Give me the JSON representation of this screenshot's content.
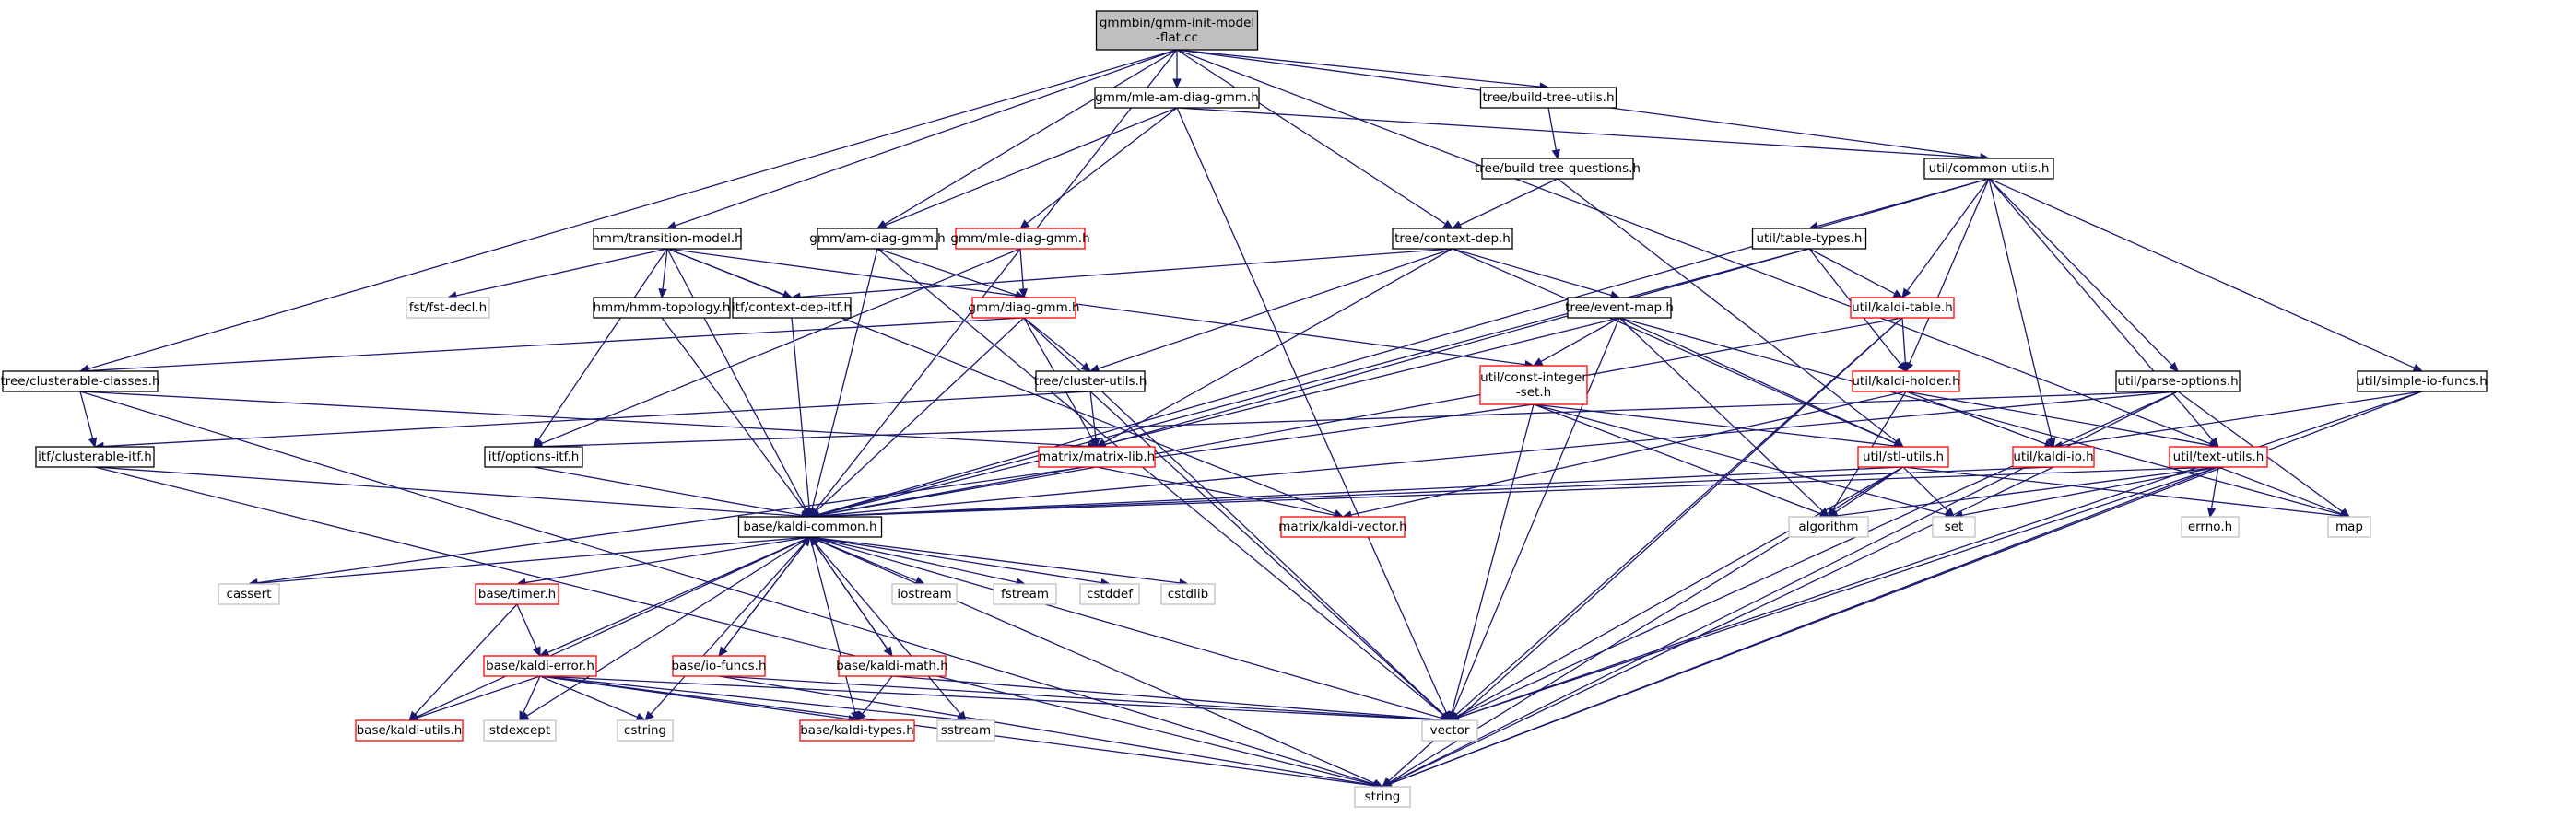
{
  "colors": {
    "edge": "#191970",
    "root_fill": "#bfbfbf",
    "border_black": "#000000",
    "border_red": "#ff0000",
    "border_gray": "#bfbfbf"
  },
  "nodes": [
    {
      "id": "root",
      "lines": [
        "gmmbin/gmm-init-model",
        "-flat.cc"
      ],
      "style": "root"
    },
    {
      "id": "mle_am",
      "lines": [
        "gmm/mle-am-diag-gmm.h"
      ],
      "style": "black"
    },
    {
      "id": "build_tree",
      "lines": [
        "tree/build-tree-utils.h"
      ],
      "style": "black"
    },
    {
      "id": "build_questions",
      "lines": [
        "tree/build-tree-questions.h"
      ],
      "style": "black"
    },
    {
      "id": "common_utils",
      "lines": [
        "util/common-utils.h"
      ],
      "style": "black"
    },
    {
      "id": "transition",
      "lines": [
        "hmm/transition-model.h"
      ],
      "style": "black"
    },
    {
      "id": "am_diag",
      "lines": [
        "gmm/am-diag-gmm.h"
      ],
      "style": "black"
    },
    {
      "id": "mle_diag",
      "lines": [
        "gmm/mle-diag-gmm.h"
      ],
      "style": "red"
    },
    {
      "id": "context_dep",
      "lines": [
        "tree/context-dep.h"
      ],
      "style": "black"
    },
    {
      "id": "table_types",
      "lines": [
        "util/table-types.h"
      ],
      "style": "black"
    },
    {
      "id": "fst_decl",
      "lines": [
        "fst/fst-decl.h"
      ],
      "style": "gray"
    },
    {
      "id": "hmm_topo",
      "lines": [
        "hmm/hmm-topology.h"
      ],
      "style": "black"
    },
    {
      "id": "ctx_dep_itf",
      "lines": [
        "itf/context-dep-itf.h"
      ],
      "style": "black"
    },
    {
      "id": "diag_gmm",
      "lines": [
        "gmm/diag-gmm.h"
      ],
      "style": "red"
    },
    {
      "id": "event_map",
      "lines": [
        "tree/event-map.h"
      ],
      "style": "black"
    },
    {
      "id": "kaldi_table",
      "lines": [
        "util/kaldi-table.h"
      ],
      "style": "red"
    },
    {
      "id": "clusterable_classes",
      "lines": [
        "tree/clusterable-classes.h"
      ],
      "style": "black"
    },
    {
      "id": "cluster_utils",
      "lines": [
        "tree/cluster-utils.h"
      ],
      "style": "black"
    },
    {
      "id": "const_int",
      "lines": [
        "util/const-integer",
        "-set.h"
      ],
      "style": "red"
    },
    {
      "id": "kaldi_holder",
      "lines": [
        "util/kaldi-holder.h"
      ],
      "style": "red"
    },
    {
      "id": "parse_options",
      "lines": [
        "util/parse-options.h"
      ],
      "style": "black"
    },
    {
      "id": "simple_io",
      "lines": [
        "util/simple-io-funcs.h"
      ],
      "style": "black"
    },
    {
      "id": "clusterable_itf",
      "lines": [
        "itf/clusterable-itf.h"
      ],
      "style": "black"
    },
    {
      "id": "options_itf",
      "lines": [
        "itf/options-itf.h"
      ],
      "style": "black"
    },
    {
      "id": "matrix_lib",
      "lines": [
        "matrix/matrix-lib.h"
      ],
      "style": "red"
    },
    {
      "id": "stl_utils",
      "lines": [
        "util/stl-utils.h"
      ],
      "style": "red"
    },
    {
      "id": "kaldi_io",
      "lines": [
        "util/kaldi-io.h"
      ],
      "style": "red"
    },
    {
      "id": "text_utils",
      "lines": [
        "util/text-utils.h"
      ],
      "style": "red"
    },
    {
      "id": "kaldi_common",
      "lines": [
        "base/kaldi-common.h"
      ],
      "style": "black"
    },
    {
      "id": "kaldi_vector",
      "lines": [
        "matrix/kaldi-vector.h"
      ],
      "style": "red"
    },
    {
      "id": "algorithm",
      "lines": [
        "algorithm"
      ],
      "style": "gray"
    },
    {
      "id": "set",
      "lines": [
        "set"
      ],
      "style": "gray"
    },
    {
      "id": "errno",
      "lines": [
        "errno.h"
      ],
      "style": "gray"
    },
    {
      "id": "map",
      "lines": [
        "map"
      ],
      "style": "gray"
    },
    {
      "id": "cassert",
      "lines": [
        "cassert"
      ],
      "style": "gray"
    },
    {
      "id": "timer",
      "lines": [
        "base/timer.h"
      ],
      "style": "red"
    },
    {
      "id": "iostream",
      "lines": [
        "iostream"
      ],
      "style": "gray"
    },
    {
      "id": "fstream",
      "lines": [
        "fstream"
      ],
      "style": "gray"
    },
    {
      "id": "cstddef",
      "lines": [
        "cstddef"
      ],
      "style": "gray"
    },
    {
      "id": "cstdlib",
      "lines": [
        "cstdlib"
      ],
      "style": "gray"
    },
    {
      "id": "kaldi_error",
      "lines": [
        "base/kaldi-error.h"
      ],
      "style": "red"
    },
    {
      "id": "io_funcs",
      "lines": [
        "base/io-funcs.h"
      ],
      "style": "red"
    },
    {
      "id": "kaldi_math",
      "lines": [
        "base/kaldi-math.h"
      ],
      "style": "red"
    },
    {
      "id": "kaldi_utils",
      "lines": [
        "base/kaldi-utils.h"
      ],
      "style": "red"
    },
    {
      "id": "stdexcept",
      "lines": [
        "stdexcept"
      ],
      "style": "gray"
    },
    {
      "id": "cstring",
      "lines": [
        "cstring"
      ],
      "style": "gray"
    },
    {
      "id": "kaldi_types",
      "lines": [
        "base/kaldi-types.h"
      ],
      "style": "red"
    },
    {
      "id": "sstream",
      "lines": [
        "sstream"
      ],
      "style": "gray"
    },
    {
      "id": "vector",
      "lines": [
        "vector"
      ],
      "style": "gray"
    },
    {
      "id": "string",
      "lines": [
        "string"
      ],
      "style": "gray"
    }
  ],
  "edges": [
    [
      "root",
      "mle_am"
    ],
    [
      "root",
      "build_tree"
    ],
    [
      "root",
      "common_utils"
    ],
    [
      "root",
      "transition"
    ],
    [
      "root",
      "am_diag"
    ],
    [
      "root",
      "context_dep"
    ],
    [
      "root",
      "clusterable_classes"
    ],
    [
      "root",
      "kaldi_common"
    ],
    [
      "root",
      "text_utils"
    ],
    [
      "mle_am",
      "am_diag"
    ],
    [
      "mle_am",
      "mle_diag"
    ],
    [
      "mle_am",
      "common_utils"
    ],
    [
      "mle_am",
      "vector"
    ],
    [
      "build_tree",
      "build_questions"
    ],
    [
      "build_questions",
      "context_dep"
    ],
    [
      "build_questions",
      "stl_utils"
    ],
    [
      "common_utils",
      "table_types"
    ],
    [
      "common_utils",
      "kaldi_table"
    ],
    [
      "common_utils",
      "kaldi_holder"
    ],
    [
      "common_utils",
      "kaldi_io"
    ],
    [
      "common_utils",
      "parse_options"
    ],
    [
      "common_utils",
      "simple_io"
    ],
    [
      "common_utils",
      "text_utils"
    ],
    [
      "common_utils",
      "kaldi_common"
    ],
    [
      "transition",
      "fst_decl"
    ],
    [
      "transition",
      "hmm_topo"
    ],
    [
      "transition",
      "ctx_dep_itf"
    ],
    [
      "transition",
      "options_itf"
    ],
    [
      "transition",
      "kaldi_common"
    ],
    [
      "transition",
      "const_int"
    ],
    [
      "transition",
      "kaldi_vector"
    ],
    [
      "am_diag",
      "diag_gmm"
    ],
    [
      "am_diag",
      "kaldi_common"
    ],
    [
      "am_diag",
      "vector"
    ],
    [
      "mle_diag",
      "diag_gmm"
    ],
    [
      "mle_diag",
      "options_itf"
    ],
    [
      "context_dep",
      "ctx_dep_itf"
    ],
    [
      "context_dep",
      "event_map"
    ],
    [
      "context_dep",
      "matrix_lib"
    ],
    [
      "context_dep",
      "cluster_utils"
    ],
    [
      "context_dep",
      "stl_utils"
    ],
    [
      "table_types",
      "kaldi_table"
    ],
    [
      "table_types",
      "kaldi_holder"
    ],
    [
      "table_types",
      "matrix_lib"
    ],
    [
      "table_types",
      "kaldi_common"
    ],
    [
      "hmm_topo",
      "kaldi_common"
    ],
    [
      "ctx_dep_itf",
      "kaldi_common"
    ],
    [
      "diag_gmm",
      "clusterable_classes"
    ],
    [
      "diag_gmm",
      "cluster_utils"
    ],
    [
      "diag_gmm",
      "matrix_lib"
    ],
    [
      "diag_gmm",
      "kaldi_common"
    ],
    [
      "diag_gmm",
      "vector"
    ],
    [
      "event_map",
      "const_int"
    ],
    [
      "event_map",
      "stl_utils"
    ],
    [
      "event_map",
      "kaldi_common"
    ],
    [
      "event_map",
      "algorithm"
    ],
    [
      "event_map",
      "vector"
    ],
    [
      "event_map",
      "map"
    ],
    [
      "kaldi_table",
      "kaldi_holder"
    ],
    [
      "kaldi_table",
      "kaldi_common"
    ],
    [
      "kaldi_table",
      "vector"
    ],
    [
      "kaldi_table",
      "string"
    ],
    [
      "clusterable_classes",
      "clusterable_itf"
    ],
    [
      "clusterable_classes",
      "matrix_lib"
    ],
    [
      "clusterable_classes",
      "string"
    ],
    [
      "cluster_utils",
      "clusterable_itf"
    ],
    [
      "cluster_utils",
      "matrix_lib"
    ],
    [
      "cluster_utils",
      "vector"
    ],
    [
      "const_int",
      "stl_utils"
    ],
    [
      "const_int",
      "algorithm"
    ],
    [
      "const_int",
      "set"
    ],
    [
      "const_int",
      "vector"
    ],
    [
      "const_int",
      "cassert"
    ],
    [
      "kaldi_holder",
      "kaldi_io"
    ],
    [
      "kaldi_holder",
      "text_utils"
    ],
    [
      "kaldi_holder",
      "algorithm"
    ],
    [
      "kaldi_holder",
      "kaldi_vector"
    ],
    [
      "parse_options",
      "kaldi_common"
    ],
    [
      "parse_options",
      "options_itf"
    ],
    [
      "parse_options",
      "map"
    ],
    [
      "parse_options",
      "vector"
    ],
    [
      "parse_options",
      "string"
    ],
    [
      "simple_io",
      "kaldi_io"
    ],
    [
      "simple_io",
      "vector"
    ],
    [
      "simple_io",
      "string"
    ],
    [
      "clusterable_itf",
      "kaldi_common"
    ],
    [
      "clusterable_itf",
      "string"
    ],
    [
      "options_itf",
      "kaldi_common"
    ],
    [
      "matrix_lib",
      "kaldi_common"
    ],
    [
      "matrix_lib",
      "kaldi_vector"
    ],
    [
      "stl_utils",
      "kaldi_common"
    ],
    [
      "stl_utils",
      "algorithm"
    ],
    [
      "stl_utils",
      "set"
    ],
    [
      "stl_utils",
      "map"
    ],
    [
      "stl_utils",
      "vector"
    ],
    [
      "stl_utils",
      "string"
    ],
    [
      "kaldi_io",
      "kaldi_common"
    ],
    [
      "kaldi_io",
      "string"
    ],
    [
      "text_utils",
      "kaldi_common"
    ],
    [
      "text_utils",
      "algorithm"
    ],
    [
      "text_utils",
      "set"
    ],
    [
      "text_utils",
      "errno"
    ],
    [
      "text_utils",
      "map"
    ],
    [
      "text_utils",
      "vector"
    ],
    [
      "text_utils",
      "string"
    ],
    [
      "kaldi_common",
      "cassert"
    ],
    [
      "kaldi_common",
      "timer"
    ],
    [
      "kaldi_common",
      "iostream"
    ],
    [
      "kaldi_common",
      "fstream"
    ],
    [
      "kaldi_common",
      "cstddef"
    ],
    [
      "kaldi_common",
      "cstdlib"
    ],
    [
      "kaldi_common",
      "kaldi_error"
    ],
    [
      "kaldi_common",
      "io_funcs"
    ],
    [
      "kaldi_common",
      "kaldi_math"
    ],
    [
      "kaldi_common",
      "kaldi_utils"
    ],
    [
      "kaldi_common",
      "stdexcept"
    ],
    [
      "kaldi_common",
      "cstring"
    ],
    [
      "kaldi_common",
      "kaldi_types"
    ],
    [
      "kaldi_common",
      "sstream"
    ],
    [
      "kaldi_common",
      "vector"
    ],
    [
      "kaldi_common",
      "string"
    ],
    [
      "timer",
      "kaldi_error"
    ],
    [
      "timer",
      "kaldi_utils"
    ],
    [
      "kaldi_error",
      "kaldi_utils"
    ],
    [
      "kaldi_error",
      "stdexcept"
    ],
    [
      "kaldi_error",
      "cstring"
    ],
    [
      "kaldi_error",
      "kaldi_types"
    ],
    [
      "kaldi_error",
      "sstream"
    ],
    [
      "kaldi_error",
      "vector"
    ],
    [
      "kaldi_error",
      "string"
    ],
    [
      "io_funcs",
      "kaldi_common"
    ],
    [
      "io_funcs",
      "vector"
    ],
    [
      "io_funcs",
      "string"
    ],
    [
      "kaldi_math",
      "kaldi_common"
    ],
    [
      "kaldi_math",
      "kaldi_types"
    ],
    [
      "kaldi_math",
      "vector"
    ]
  ]
}
